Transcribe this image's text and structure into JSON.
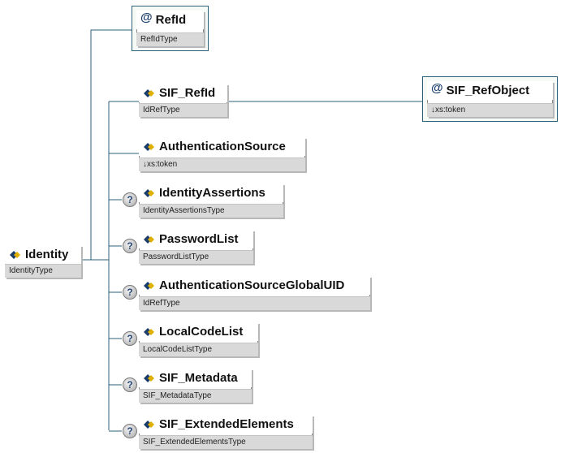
{
  "root": {
    "name": "Identity",
    "type": "IdentityType"
  },
  "attribute": {
    "name": "RefId",
    "type": "RefIdType"
  },
  "children": [
    {
      "name": "SIF_RefId",
      "type": "IdRefType",
      "optional": false
    },
    {
      "name": "AuthenticationSource",
      "type": "↓xs:token",
      "optional": false
    },
    {
      "name": "IdentityAssertions",
      "type": "IdentityAssertionsType",
      "optional": true
    },
    {
      "name": "PasswordList",
      "type": "PasswordListType",
      "optional": true
    },
    {
      "name": "AuthenticationSourceGlobalUID",
      "type": "IdRefType",
      "optional": true
    },
    {
      "name": "LocalCodeList",
      "type": "LocalCodeListType",
      "optional": true
    },
    {
      "name": "SIF_Metadata",
      "type": "SIF_MetadataType",
      "optional": true
    },
    {
      "name": "SIF_ExtendedElements",
      "type": "SIF_ExtendedElementsType",
      "optional": true
    }
  ],
  "sif_refid_attribute": {
    "name": "SIF_RefObject",
    "type": "↓xs:token"
  },
  "icons": {
    "element": "element-diamond-icon",
    "attribute": "at-sign-icon",
    "optional": "question-mark-icon"
  },
  "colors": {
    "wire": "#2e5f78",
    "type_bar": "#d9d9d9",
    "attribute_frame": "#2e5f78",
    "icon_blue": "#1a3d6b",
    "icon_yellow": "#e0b000"
  },
  "optional_marker": "?"
}
